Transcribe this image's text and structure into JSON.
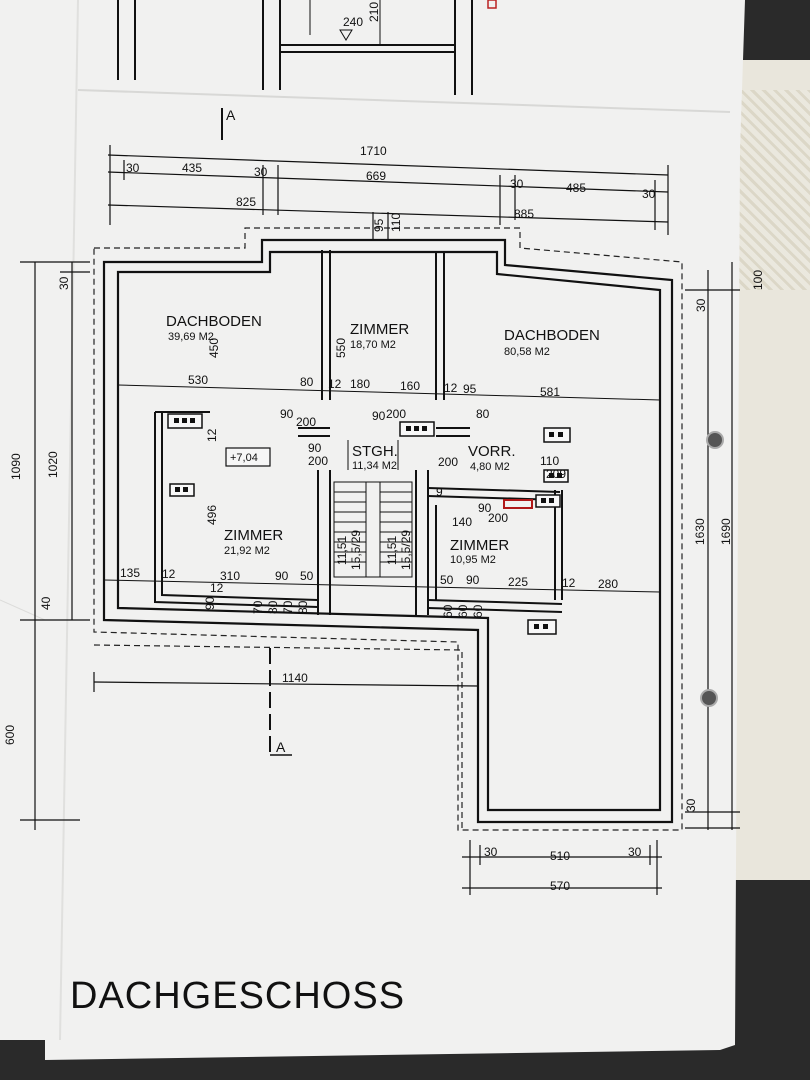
{
  "title": "DACHGESCHOSS",
  "section_marker": "A",
  "elevation": "+7,04",
  "rooms": [
    {
      "name": "DACHBODEN",
      "area": "39,69 M2"
    },
    {
      "name": "ZIMMER",
      "area": "18,70 M2"
    },
    {
      "name": "DACHBODEN",
      "area": "80,58 M2"
    },
    {
      "name": "STGH.",
      "area": "11,34 M2"
    },
    {
      "name": "VORR.",
      "area": "4,80 M2"
    },
    {
      "name": "ZIMMER",
      "area": "21,92 M2"
    },
    {
      "name": "ZIMMER",
      "area": "10,95 M2"
    }
  ],
  "top_partial_dims": [
    "240",
    "210"
  ],
  "dims_top": {
    "total": "1710",
    "row2": [
      "30",
      "435",
      "30",
      "669",
      "30",
      "485",
      "30"
    ],
    "row3": [
      "825",
      "885"
    ],
    "small": [
      "95",
      "110"
    ]
  },
  "dims_interior": {
    "row1": [
      "530",
      "80",
      "12",
      "180",
      "160",
      "12",
      "95",
      "581"
    ],
    "row2": [
      "135",
      "12",
      "310",
      "90",
      "50",
      "12",
      "50",
      "90",
      "225",
      "12",
      "280"
    ],
    "small_h": [
      "90",
      "30",
      "70",
      "80",
      "70",
      "80",
      "140",
      "50",
      "60",
      "60",
      "60",
      "110",
      "200"
    ],
    "v_labels": [
      "450",
      "550",
      "496",
      "12",
      "90",
      "200",
      "9",
      "12"
    ],
    "stairs": [
      "11,51",
      "15,5/29",
      "11,51",
      "15,5/29"
    ],
    "door_labels": [
      "90",
      "200",
      "90",
      "200",
      "90",
      "200",
      "80",
      "200",
      "110",
      "209",
      "90",
      "200"
    ]
  },
  "dims_left": [
    "30",
    "1090",
    "1020",
    "40",
    "600"
  ],
  "dims_right": [
    "100",
    "30",
    "1630",
    "1690",
    "30"
  ],
  "dims_bottom": {
    "width": "1140",
    "row1": [
      "30",
      "510",
      "30"
    ],
    "total": "570"
  }
}
